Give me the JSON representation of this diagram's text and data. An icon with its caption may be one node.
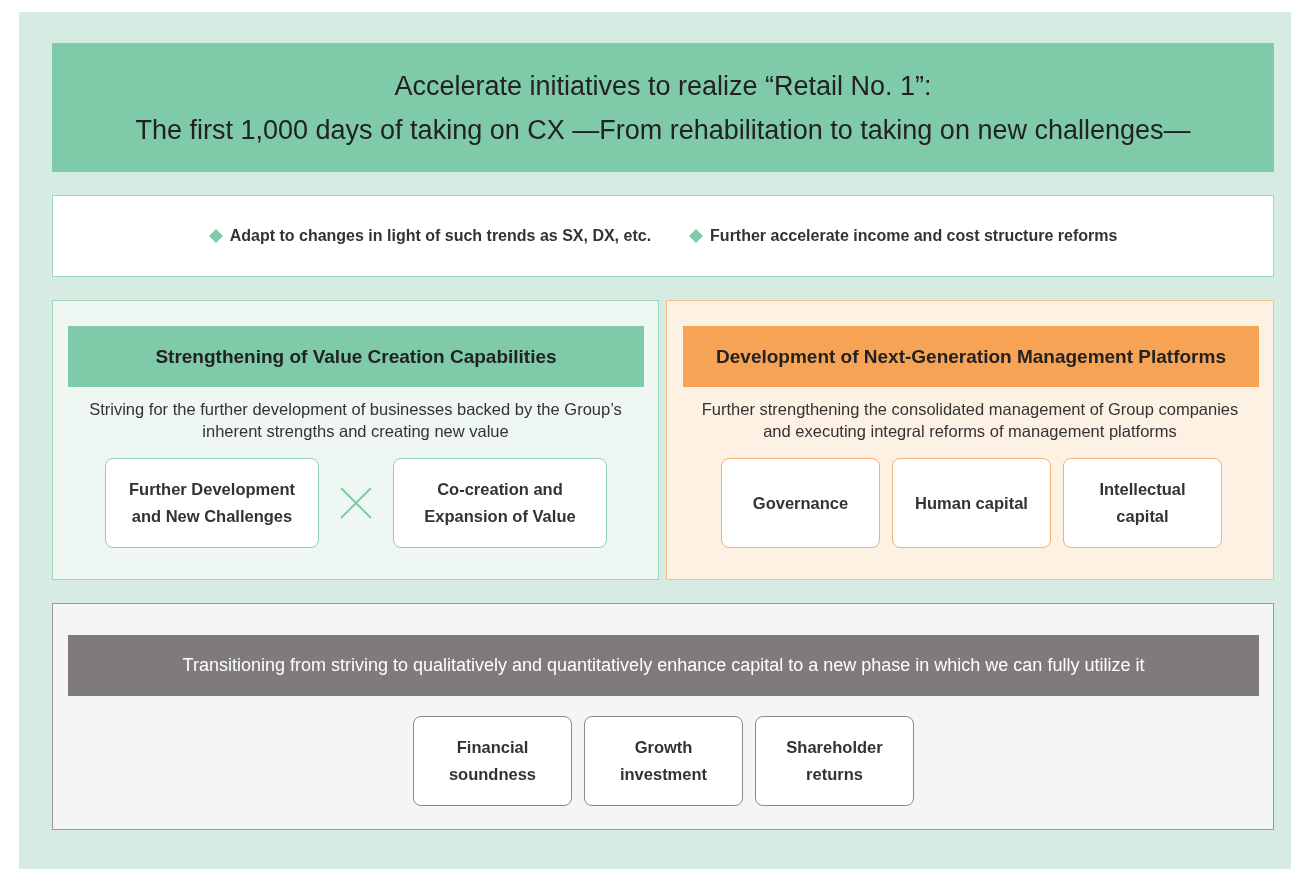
{
  "diagram": {
    "nodes": [
      {
        "text": [
          "Accelerate initiatives to realize “Retail No. 1”:",
          "The first 1,000 days of taking on CX —From rehabilitation to taking on new challenges—"
        ]
      },
      {
        "text": [
          "Adapt to changes in light of such trends as SX, DX, etc.",
          "Further accelerate income and cost structure reforms"
        ]
      },
      {
        "text": [
          "Striving for the further development of businesses backed by the Group’s inherent strengths and creating new value"
        ]
      },
      {
        "text": [
          "Strengthening of Value Creation Capabilities"
        ],
        "in": 2
      },
      {
        "text": [
          "Further Development and New Challenges"
        ],
        "in": 2
      },
      {
        "text": [
          "Co-creation and Expansion of Value"
        ],
        "in": 2
      },
      {
        "text": [
          "Further strengthening the consolidated management of Group companies and executing integral reforms of management platforms"
        ]
      },
      {
        "text": [
          "Development of Next-Generation Management Platforms"
        ],
        "in": 6
      },
      {
        "text": [
          "Governance"
        ],
        "in": 6
      },
      {
        "text": [
          "Human capital"
        ],
        "in": 6
      },
      {
        "text": [
          "Intellectual capital"
        ],
        "in": 6
      },
      {
        "text": [],
        "shape": "box"
      },
      {
        "text": [
          "Transitioning from striving to qualitatively and quantitatively enhance capital to a new phase in which we can fully utilize it"
        ],
        "in": 11
      },
      {
        "text": [
          "Financial soundness"
        ],
        "in": 11
      },
      {
        "text": [
          "Growth investment"
        ],
        "in": 11
      },
      {
        "text": [
          "Shareholder returns"
        ],
        "in": 11
      }
    ]
  }
}
